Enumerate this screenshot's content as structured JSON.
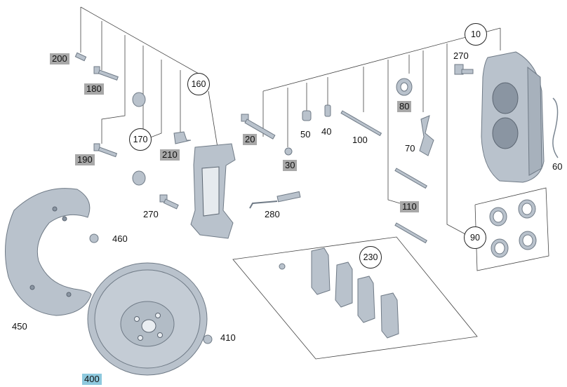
{
  "labels": {
    "p10": "10",
    "p20": "20",
    "p30": "30",
    "p40": "40",
    "p50": "50",
    "p60": "60",
    "p70": "70",
    "p80": "80",
    "p90": "90",
    "p100": "100",
    "p110": "110",
    "p160": "160",
    "p170": "170",
    "p180": "180",
    "p190": "190",
    "p200": "200",
    "p210": "210",
    "p230": "230",
    "p270a": "270",
    "p270b": "270",
    "p280": "280",
    "p400": "400",
    "p410": "410",
    "p450": "450",
    "p460": "460"
  },
  "colors": {
    "part_fill": "#b9c2cc",
    "part_stroke": "#6f7a86",
    "highlight_gray": "#a8a8a8",
    "highlight_blue": "#8ec9de"
  }
}
